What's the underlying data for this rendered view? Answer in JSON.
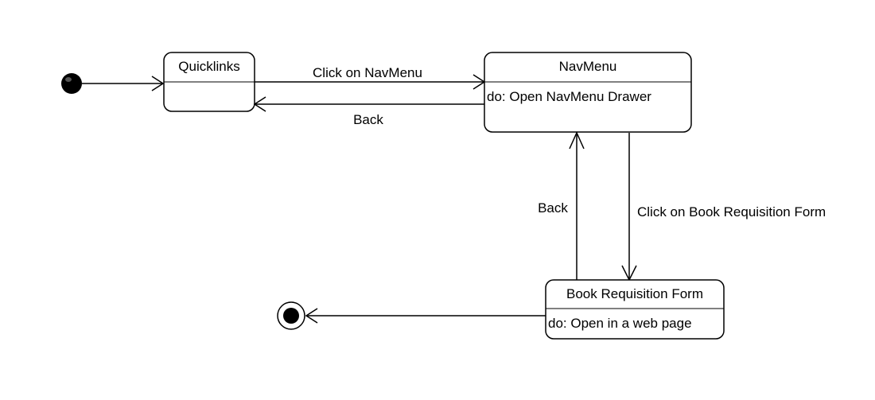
{
  "diagram": {
    "states": {
      "quicklinks": {
        "name": "Quicklinks"
      },
      "navmenu": {
        "name": "NavMenu",
        "activity": "do: Open NavMenu Drawer"
      },
      "book_form": {
        "name": "Book Requisition Form",
        "activity": "do: Open in a web page"
      }
    },
    "transitions": {
      "to_navmenu": "Click on NavMenu",
      "back_to_quicklinks": "Back",
      "back_to_navmenu": "Back",
      "to_book_form": "Click on Book Requisition Form"
    }
  }
}
